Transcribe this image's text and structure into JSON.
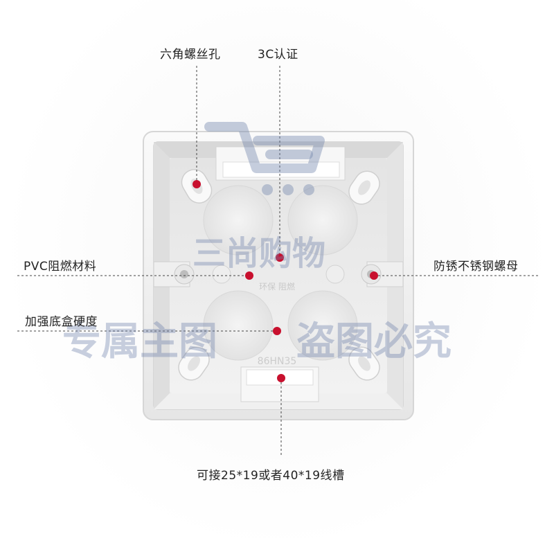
{
  "callouts": {
    "hex_screw_hole": "六角螺丝孔",
    "ccc_certified": "3C认证",
    "pvc_material": "PVC阻燃材料",
    "anti_rust_nut": "防锈不锈钢螺母",
    "base_hardness": "加强底盒硬度",
    "trunking_compat": "可接25*19或者40*19线槽"
  },
  "product": {
    "model_mark": "86HN35",
    "embossed_mark": "环保 阻燃"
  },
  "watermark": {
    "brand": "三尚购物",
    "left": "专属主图",
    "right": "盗图必究"
  },
  "colors": {
    "marker": "#c8102e",
    "watermark": "#6e82aa",
    "box": "#f4f4f4"
  }
}
